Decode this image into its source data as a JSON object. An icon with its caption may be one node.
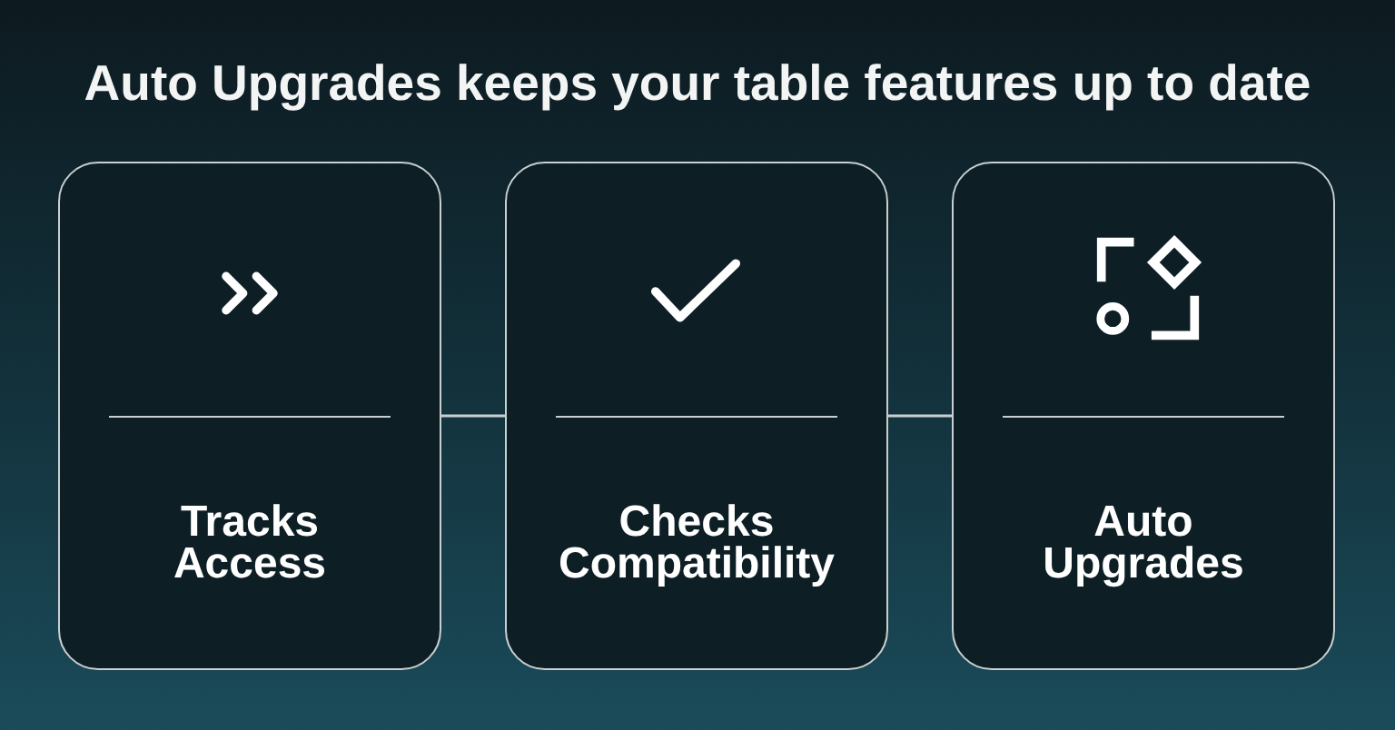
{
  "diagram": {
    "title": "Auto Upgrades keeps your table features up to date",
    "nodes": [
      {
        "text": [
          "Tracks Access"
        ]
      },
      {
        "text": [
          "Checks Compatibility"
        ]
      },
      {
        "text": [
          "Auto Upgrades"
        ]
      }
    ],
    "edges": [
      {
        "from": 0,
        "to": 1,
        "arrow": "none"
      },
      {
        "from": 1,
        "to": 2,
        "arrow": "none"
      }
    ]
  }
}
